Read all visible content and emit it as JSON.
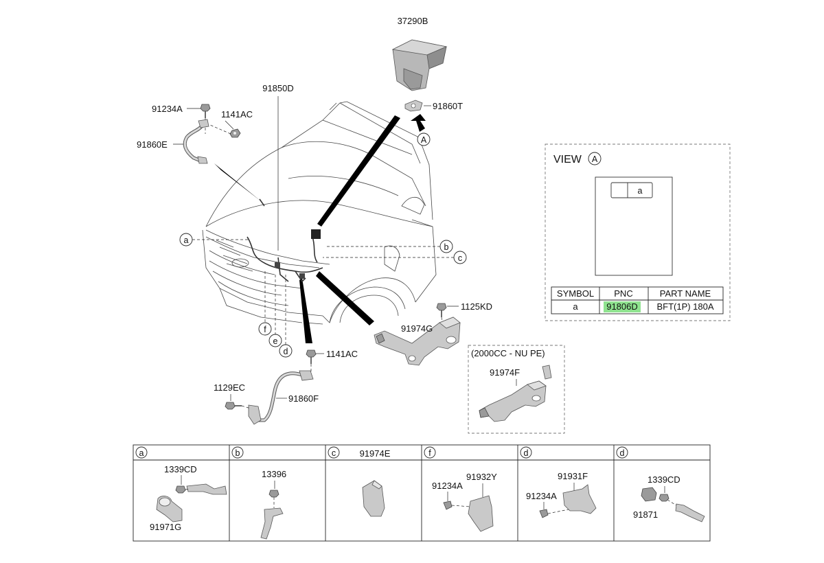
{
  "main_diagram": {
    "labels": {
      "p37290B": "37290B",
      "p91860T": "91860T",
      "p91850D": "91850D",
      "p91234A": "91234A",
      "p1141AC_top": "1141AC",
      "p91860E": "91860E",
      "p1125KD": "1125KD",
      "p91974G": "91974G",
      "p1141AC_bottom": "1141AC",
      "p1129EC": "1129EC",
      "p91860F": "91860F",
      "variant_title": "(2000CC - NU PE)",
      "p91974F": "91974F"
    },
    "callouts": {
      "A": "A",
      "a": "a",
      "b": "b",
      "c": "c",
      "d": "d",
      "e": "e",
      "f": "f"
    }
  },
  "view_a": {
    "title": "VIEW",
    "title_circle": "A",
    "fuse_slot_label": "a",
    "table": {
      "headers": [
        "SYMBOL",
        "PNC",
        "PART NAME"
      ],
      "rows": [
        {
          "symbol": "a",
          "pnc": "91806D",
          "part_name": "BFT(1P) 180A"
        }
      ]
    },
    "highlight_color": "#8fe38f"
  },
  "detail_strip": {
    "cells": [
      {
        "tag": "a",
        "header_text": "",
        "parts": [
          "1339CD",
          "91971G"
        ]
      },
      {
        "tag": "b",
        "header_text": "",
        "parts": [
          "13396"
        ]
      },
      {
        "tag": "c",
        "header_text": "91974E",
        "parts": []
      },
      {
        "tag": "f",
        "header_text": "",
        "parts": [
          "91234A",
          "91932Y"
        ]
      },
      {
        "tag": "d",
        "header_text": "",
        "parts": [
          "91931F",
          "91234A"
        ]
      },
      {
        "tag": "d",
        "header_text": "",
        "parts": [
          "1339CD",
          "91871"
        ]
      }
    ]
  }
}
